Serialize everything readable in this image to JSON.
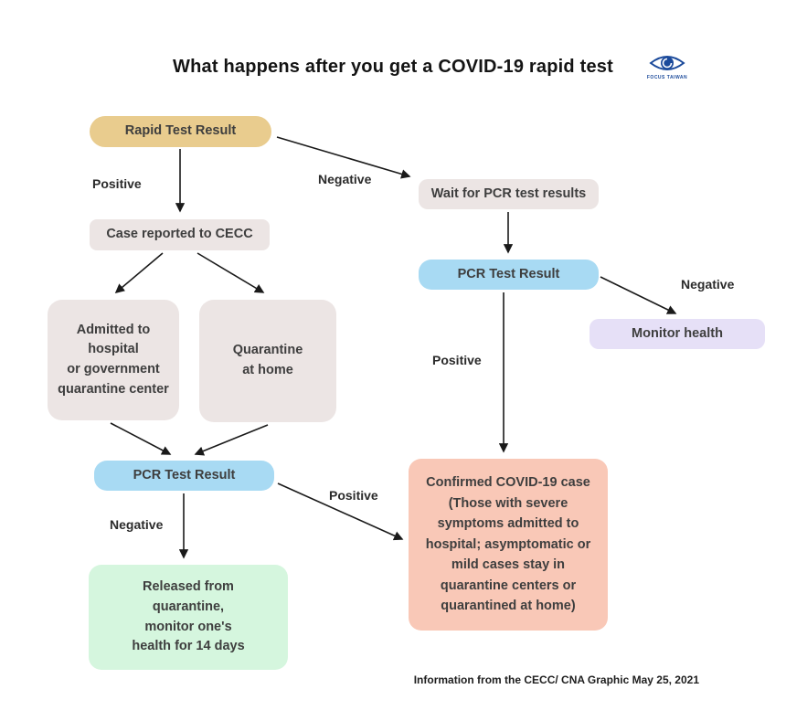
{
  "title": "What happens after you get a COVID-19 rapid test",
  "logo": {
    "caption": "FOCUS TAIWAN"
  },
  "footer": "Information from the CECC/ CNA Graphic May 25, 2021",
  "colors": {
    "rapid": "#e9cc8e",
    "neutral": "#ece5e4",
    "pcr": "#a8daf3",
    "monitor": "#e6e0f7",
    "released": "#d5f6de",
    "confirmed": "#f9c8b7",
    "arrow": "#1a1a1a"
  },
  "nodes": {
    "rapid_test": {
      "label": "Rapid Test Result"
    },
    "case_reported": {
      "label": "Case reported to CECC"
    },
    "wait_pcr": {
      "label": "Wait for PCR test results"
    },
    "pcr_result_right": {
      "label": "PCR Test Result"
    },
    "monitor_health": {
      "label": "Monitor health"
    },
    "admitted": {
      "label": "Admitted to\nhospital\nor government\nquarantine center"
    },
    "quarantine_home": {
      "label": "Quarantine\nat home"
    },
    "pcr_result_left": {
      "label": "PCR Test Result"
    },
    "released": {
      "label": "Released from\nquarantine,\nmonitor one's\nhealth for 14 days"
    },
    "confirmed": {
      "label": "Confirmed COVID-19 case\n(Those with severe\nsymptoms admitted to\nhospital; asymptomatic or\nmild cases stay in\nquarantine centers or\nquarantined at home)"
    }
  },
  "edge_labels": {
    "positive_rapid": "Positive",
    "negative_rapid": "Negative",
    "negative_pcr_right": "Negative",
    "positive_pcr_right": "Positive",
    "positive_pcr_left": "Positive",
    "negative_pcr_left": "Negative"
  }
}
